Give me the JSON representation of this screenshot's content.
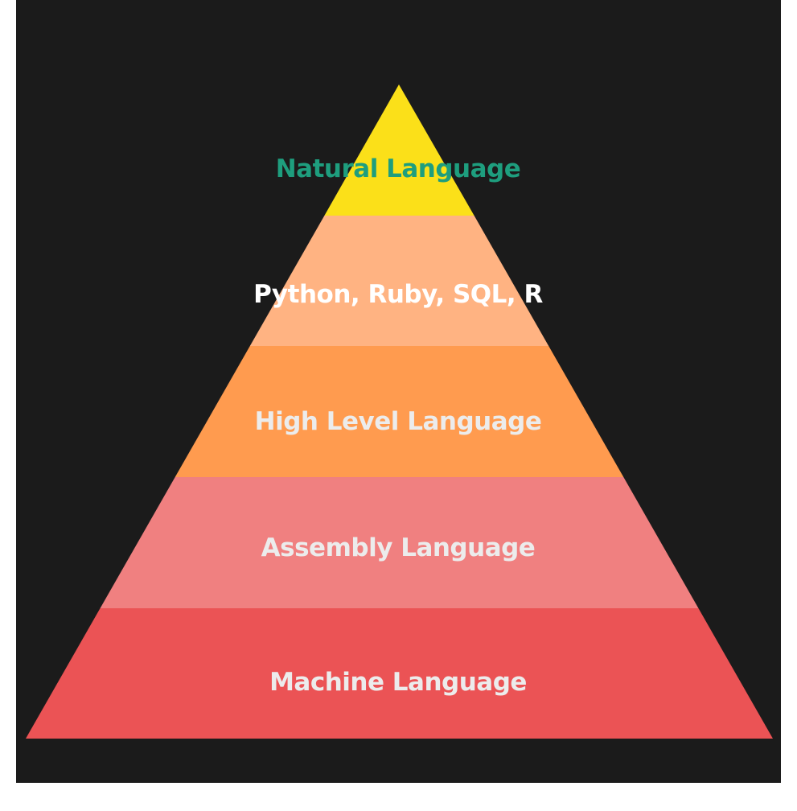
{
  "diagram": {
    "tiers": [
      {
        "label": "Natural Language",
        "fill": "#fbe019",
        "text_color": "#1e9e7e"
      },
      {
        "label": "Python, Ruby, SQL, R",
        "fill": "#ffb382",
        "text_color": "#ffffff"
      },
      {
        "label": "High Level Language",
        "fill": "#ff9b4f",
        "text_color": "#ececec"
      },
      {
        "label": "Assembly Language",
        "fill": "#f08080",
        "text_color": "#ececec"
      },
      {
        "label": "Machine Language",
        "fill": "#eb5355",
        "text_color": "#ececec"
      }
    ],
    "background": "#1b1b1b"
  }
}
